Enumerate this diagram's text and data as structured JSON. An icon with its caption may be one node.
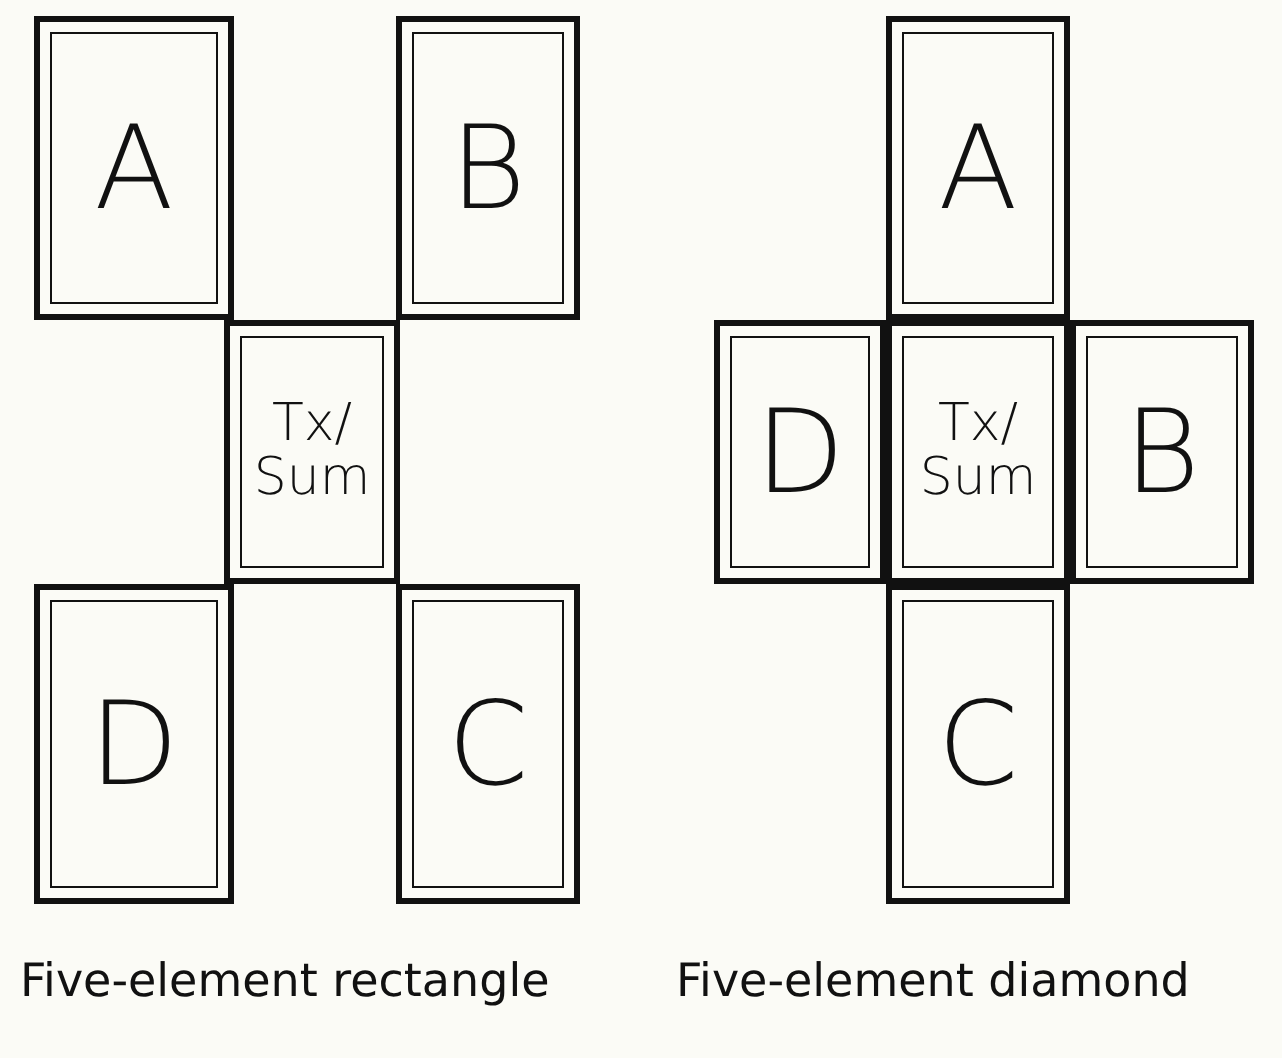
{
  "diagram": {
    "nodes": [
      {
        "text": [
          "A"
        ]
      },
      {
        "text": [
          "B"
        ]
      },
      {
        "text": [
          "Tx/ Sum"
        ]
      },
      {
        "text": [
          "D"
        ]
      },
      {
        "text": [
          "C"
        ]
      },
      {
        "text": [
          "A"
        ]
      },
      {
        "text": [
          "D"
        ]
      },
      {
        "text": [
          "Tx/ Sum"
        ]
      },
      {
        "text": [
          "B"
        ]
      },
      {
        "text": [
          "C"
        ]
      }
    ],
    "labels": [
      "Five-element rectangle",
      "Five-element diamond"
    ]
  }
}
